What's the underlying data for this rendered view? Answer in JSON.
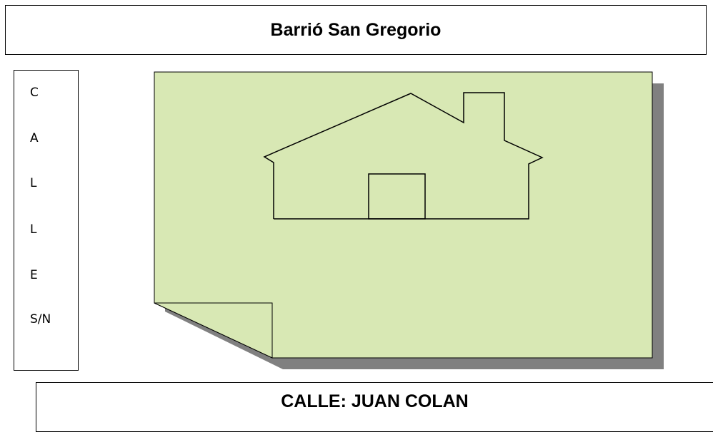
{
  "header": {
    "title": "Barrió San Gregorio"
  },
  "side_street": {
    "letters": [
      "C",
      "A",
      "L",
      "L",
      "E",
      "S/N"
    ]
  },
  "bottom_street": {
    "label": "CALLE: JUAN COLAN"
  },
  "colors": {
    "plot_fill": "#d8e8b4",
    "shadow": "#808080",
    "outline": "#000000"
  }
}
